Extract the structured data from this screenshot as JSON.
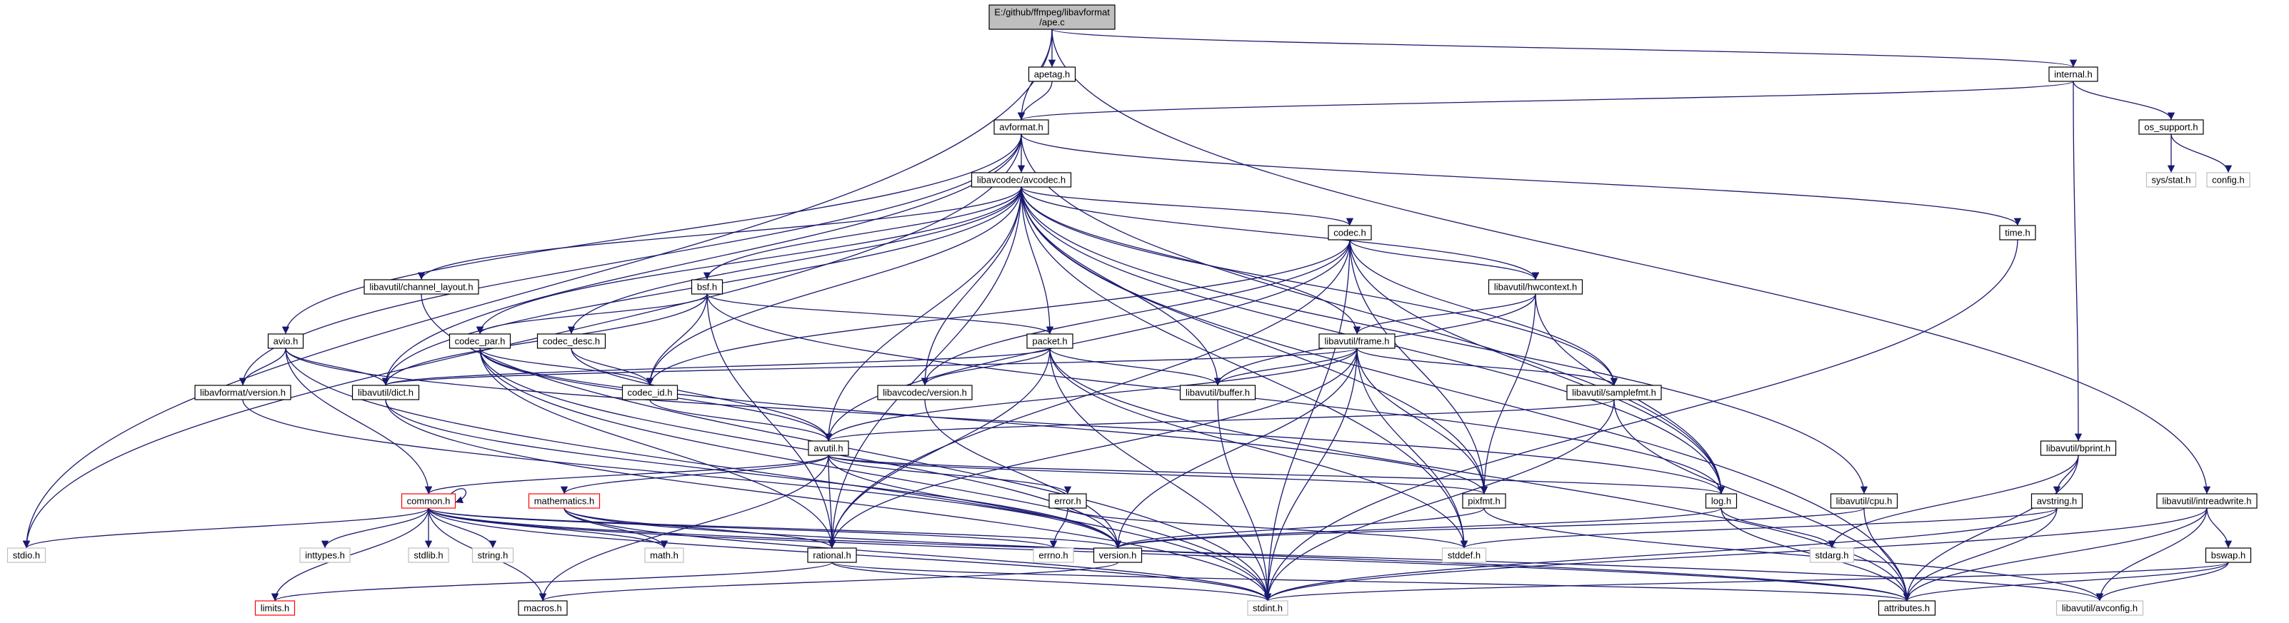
{
  "colors": {
    "edge": "#191970",
    "root_fill": "#bfbfbf",
    "root_stroke": "#000000",
    "doc_stroke": "#000000",
    "sys_stroke": "#bfbfbf",
    "trunc_stroke": "#ff0000"
  },
  "nodes": [
    {
      "id": "ape_c",
      "label": [
        "E:/github/ffmpeg/libavformat",
        "/ape.c"
      ],
      "kind": "root"
    },
    {
      "id": "apetag_h",
      "label": [
        "apetag.h"
      ],
      "kind": "doc"
    },
    {
      "id": "internal_h",
      "label": [
        "internal.h"
      ],
      "kind": "doc"
    },
    {
      "id": "avformat_h",
      "label": [
        "avformat.h"
      ],
      "kind": "doc"
    },
    {
      "id": "os_support_h",
      "label": [
        "os_support.h"
      ],
      "kind": "doc"
    },
    {
      "id": "sys_stat_h",
      "label": [
        "sys/stat.h"
      ],
      "kind": "sys"
    },
    {
      "id": "config_h",
      "label": [
        "config.h"
      ],
      "kind": "sys"
    },
    {
      "id": "avcodec_h",
      "label": [
        "libavcodec/avcodec.h"
      ],
      "kind": "doc"
    },
    {
      "id": "time_h",
      "label": [
        "time.h"
      ],
      "kind": "doc"
    },
    {
      "id": "codec_h",
      "label": [
        "codec.h"
      ],
      "kind": "doc"
    },
    {
      "id": "channel_layout_h",
      "label": [
        "libavutil/channel_layout.h"
      ],
      "kind": "doc"
    },
    {
      "id": "bsf_h",
      "label": [
        "bsf.h"
      ],
      "kind": "doc"
    },
    {
      "id": "hwcontext_h",
      "label": [
        "libavutil/hwcontext.h"
      ],
      "kind": "doc"
    },
    {
      "id": "avio_h",
      "label": [
        "avio.h"
      ],
      "kind": "doc"
    },
    {
      "id": "codec_par_h",
      "label": [
        "codec_par.h"
      ],
      "kind": "doc"
    },
    {
      "id": "codec_desc_h",
      "label": [
        "codec_desc.h"
      ],
      "kind": "doc"
    },
    {
      "id": "packet_h",
      "label": [
        "packet.h"
      ],
      "kind": "doc"
    },
    {
      "id": "frame_h",
      "label": [
        "libavutil/frame.h"
      ],
      "kind": "doc"
    },
    {
      "id": "lavf_version_h",
      "label": [
        "libavformat/version.h"
      ],
      "kind": "doc"
    },
    {
      "id": "dict_h",
      "label": [
        "libavutil/dict.h"
      ],
      "kind": "doc"
    },
    {
      "id": "codec_id_h",
      "label": [
        "codec_id.h"
      ],
      "kind": "doc"
    },
    {
      "id": "lavc_version_h",
      "label": [
        "libavcodec/version.h"
      ],
      "kind": "doc"
    },
    {
      "id": "buffer_h",
      "label": [
        "libavutil/buffer.h"
      ],
      "kind": "doc"
    },
    {
      "id": "samplefmt_h",
      "label": [
        "libavutil/samplefmt.h"
      ],
      "kind": "doc"
    },
    {
      "id": "avutil_h",
      "label": [
        "avutil.h"
      ],
      "kind": "doc"
    },
    {
      "id": "bprint_h",
      "label": [
        "libavutil/bprint.h"
      ],
      "kind": "doc"
    },
    {
      "id": "intreadwrite_h",
      "label": [
        "libavutil/intreadwrite.h"
      ],
      "kind": "doc"
    },
    {
      "id": "common_h",
      "label": [
        "common.h"
      ],
      "kind": "trunc"
    },
    {
      "id": "mathematics_h",
      "label": [
        "mathematics.h"
      ],
      "kind": "trunc"
    },
    {
      "id": "error_h",
      "label": [
        "error.h"
      ],
      "kind": "doc"
    },
    {
      "id": "pixfmt_h",
      "label": [
        "pixfmt.h"
      ],
      "kind": "doc"
    },
    {
      "id": "log_h",
      "label": [
        "log.h"
      ],
      "kind": "doc"
    },
    {
      "id": "cpu_h",
      "label": [
        "libavutil/cpu.h"
      ],
      "kind": "doc"
    },
    {
      "id": "avstring_h",
      "label": [
        "avstring.h"
      ],
      "kind": "doc"
    },
    {
      "id": "stdio_h",
      "label": [
        "stdio.h"
      ],
      "kind": "sys"
    },
    {
      "id": "inttypes_h",
      "label": [
        "inttypes.h"
      ],
      "kind": "sys"
    },
    {
      "id": "stdlib_h",
      "label": [
        "stdlib.h"
      ],
      "kind": "sys"
    },
    {
      "id": "string_h",
      "label": [
        "string.h"
      ],
      "kind": "sys"
    },
    {
      "id": "math_h",
      "label": [
        "math.h"
      ],
      "kind": "sys"
    },
    {
      "id": "rational_h",
      "label": [
        "rational.h"
      ],
      "kind": "doc"
    },
    {
      "id": "errno_h",
      "label": [
        "errno.h"
      ],
      "kind": "sys"
    },
    {
      "id": "version_h",
      "label": [
        "version.h"
      ],
      "kind": "doc"
    },
    {
      "id": "stddef_h",
      "label": [
        "stddef.h"
      ],
      "kind": "sys"
    },
    {
      "id": "stdarg_h",
      "label": [
        "stdarg.h"
      ],
      "kind": "sys"
    },
    {
      "id": "bswap_h",
      "label": [
        "bswap.h"
      ],
      "kind": "doc"
    },
    {
      "id": "limits_h",
      "label": [
        "limits.h"
      ],
      "kind": "trunc"
    },
    {
      "id": "macros_h",
      "label": [
        "macros.h"
      ],
      "kind": "doc"
    },
    {
      "id": "stdint_h",
      "label": [
        "stdint.h"
      ],
      "kind": "sys"
    },
    {
      "id": "attributes_h",
      "label": [
        "attributes.h"
      ],
      "kind": "doc"
    },
    {
      "id": "avconfig_h",
      "label": [
        "libavutil/avconfig.h"
      ],
      "kind": "sys"
    }
  ],
  "edges": [
    [
      "ape_c",
      "apetag_h"
    ],
    [
      "ape_c",
      "internal_h"
    ],
    [
      "ape_c",
      "avformat_h"
    ],
    [
      "ape_c",
      "stdio_h"
    ],
    [
      "ape_c",
      "intreadwrite_h"
    ],
    [
      "apetag_h",
      "avformat_h"
    ],
    [
      "internal_h",
      "avformat_h"
    ],
    [
      "internal_h",
      "os_support_h"
    ],
    [
      "internal_h",
      "bprint_h"
    ],
    [
      "os_support_h",
      "sys_stat_h"
    ],
    [
      "os_support_h",
      "config_h"
    ],
    [
      "avformat_h",
      "avcodec_h"
    ],
    [
      "avformat_h",
      "time_h"
    ],
    [
      "avformat_h",
      "stdio_h"
    ],
    [
      "avformat_h",
      "avio_h"
    ],
    [
      "avformat_h",
      "lavf_version_h"
    ],
    [
      "avformat_h",
      "dict_h"
    ],
    [
      "avformat_h",
      "log_h"
    ],
    [
      "time_h",
      "stdint_h"
    ],
    [
      "avcodec_h",
      "codec_h"
    ],
    [
      "avcodec_h",
      "channel_layout_h"
    ],
    [
      "avcodec_h",
      "bsf_h"
    ],
    [
      "avcodec_h",
      "hwcontext_h"
    ],
    [
      "avcodec_h",
      "codec_par_h"
    ],
    [
      "avcodec_h",
      "codec_desc_h"
    ],
    [
      "avcodec_h",
      "packet_h"
    ],
    [
      "avcodec_h",
      "frame_h"
    ],
    [
      "avcodec_h",
      "dict_h"
    ],
    [
      "avcodec_h",
      "codec_id_h"
    ],
    [
      "avcodec_h",
      "lavc_version_h"
    ],
    [
      "avcodec_h",
      "buffer_h"
    ],
    [
      "avcodec_h",
      "samplefmt_h"
    ],
    [
      "avcodec_h",
      "avutil_h"
    ],
    [
      "avcodec_h",
      "cpu_h"
    ],
    [
      "avcodec_h",
      "attributes_h"
    ],
    [
      "avcodec_h",
      "log_h"
    ],
    [
      "avcodec_h",
      "pixfmt_h"
    ],
    [
      "avcodec_h",
      "rational_h"
    ],
    [
      "avcodec_h",
      "stddef_h"
    ],
    [
      "codec_h",
      "hwcontext_h"
    ],
    [
      "codec_h",
      "codec_id_h"
    ],
    [
      "codec_h",
      "lavc_version_h"
    ],
    [
      "codec_h",
      "avutil_h"
    ],
    [
      "codec_h",
      "log_h"
    ],
    [
      "codec_h",
      "pixfmt_h"
    ],
    [
      "codec_h",
      "rational_h"
    ],
    [
      "codec_h",
      "samplefmt_h"
    ],
    [
      "codec_h",
      "stdint_h"
    ],
    [
      "channel_layout_h",
      "stdint_h"
    ],
    [
      "bsf_h",
      "codec_id_h"
    ],
    [
      "bsf_h",
      "codec_par_h"
    ],
    [
      "bsf_h",
      "packet_h"
    ],
    [
      "bsf_h",
      "dict_h"
    ],
    [
      "bsf_h",
      "log_h"
    ],
    [
      "bsf_h",
      "rational_h"
    ],
    [
      "hwcontext_h",
      "buffer_h"
    ],
    [
      "hwcontext_h",
      "frame_h"
    ],
    [
      "hwcontext_h",
      "log_h"
    ],
    [
      "hwcontext_h",
      "pixfmt_h"
    ],
    [
      "avio_h",
      "dict_h"
    ],
    [
      "avio_h",
      "lavf_version_h"
    ],
    [
      "avio_h",
      "common_h"
    ],
    [
      "avio_h",
      "log_h"
    ],
    [
      "avio_h",
      "stdint_h"
    ],
    [
      "lavf_version_h",
      "version_h"
    ],
    [
      "codec_par_h",
      "codec_id_h"
    ],
    [
      "codec_par_h",
      "avutil_h"
    ],
    [
      "codec_par_h",
      "rational_h"
    ],
    [
      "codec_par_h",
      "pixfmt_h"
    ],
    [
      "codec_par_h",
      "stdint_h"
    ],
    [
      "codec_par_h",
      "version_h"
    ],
    [
      "codec_desc_h",
      "codec_id_h"
    ],
    [
      "codec_desc_h",
      "avutil_h"
    ],
    [
      "packet_h",
      "buffer_h"
    ],
    [
      "packet_h",
      "dict_h"
    ],
    [
      "packet_h",
      "lavc_version_h"
    ],
    [
      "packet_h",
      "rational_h"
    ],
    [
      "packet_h",
      "stddef_h"
    ],
    [
      "packet_h",
      "stdint_h"
    ],
    [
      "packet_h",
      "attributes_h"
    ],
    [
      "frame_h",
      "avutil_h"
    ],
    [
      "frame_h",
      "buffer_h"
    ],
    [
      "frame_h",
      "dict_h"
    ],
    [
      "frame_h",
      "rational_h"
    ],
    [
      "frame_h",
      "samplefmt_h"
    ],
    [
      "frame_h",
      "pixfmt_h"
    ],
    [
      "frame_h",
      "version_h"
    ],
    [
      "frame_h",
      "stddef_h"
    ],
    [
      "frame_h",
      "stdint_h"
    ],
    [
      "dict_h",
      "stdint_h"
    ],
    [
      "dict_h",
      "version_h"
    ],
    [
      "codec_id_h",
      "avutil_h"
    ],
    [
      "lavc_version_h",
      "version_h"
    ],
    [
      "buffer_h",
      "stdint_h"
    ],
    [
      "samplefmt_h",
      "avutil_h"
    ],
    [
      "samplefmt_h",
      "attributes_h"
    ],
    [
      "samplefmt_h",
      "stdint_h"
    ],
    [
      "avutil_h",
      "common_h"
    ],
    [
      "avutil_h",
      "mathematics_h"
    ],
    [
      "avutil_h",
      "error_h"
    ],
    [
      "avutil_h",
      "rational_h"
    ],
    [
      "avutil_h",
      "version_h"
    ],
    [
      "avutil_h",
      "macros_h"
    ],
    [
      "avutil_h",
      "log_h"
    ],
    [
      "avutil_h",
      "pixfmt_h"
    ],
    [
      "common_h",
      "stdio_h"
    ],
    [
      "common_h",
      "inttypes_h"
    ],
    [
      "common_h",
      "stdlib_h"
    ],
    [
      "common_h",
      "string_h"
    ],
    [
      "common_h",
      "math_h"
    ],
    [
      "common_h",
      "errno_h"
    ],
    [
      "common_h",
      "limits_h"
    ],
    [
      "common_h",
      "stdint_h"
    ],
    [
      "common_h",
      "attributes_h"
    ],
    [
      "common_h",
      "macros_h"
    ],
    [
      "common_h",
      "version_h"
    ],
    [
      "common_h",
      "common_h"
    ],
    [
      "common_h",
      "avconfig_h"
    ],
    [
      "mathematics_h",
      "math_h"
    ],
    [
      "mathematics_h",
      "rational_h"
    ],
    [
      "mathematics_h",
      "attributes_h"
    ],
    [
      "mathematics_h",
      "stdint_h"
    ],
    [
      "error_h",
      "errno_h"
    ],
    [
      "error_h",
      "stddef_h"
    ],
    [
      "rational_h",
      "limits_h"
    ],
    [
      "rational_h",
      "attributes_h"
    ],
    [
      "rational_h",
      "stdint_h"
    ],
    [
      "log_h",
      "stdarg_h"
    ],
    [
      "log_h",
      "attributes_h"
    ],
    [
      "log_h",
      "version_h"
    ],
    [
      "pixfmt_h",
      "version_h"
    ],
    [
      "pixfmt_h",
      "avconfig_h"
    ],
    [
      "cpu_h",
      "attributes_h"
    ],
    [
      "cpu_h",
      "version_h"
    ],
    [
      "bprint_h",
      "avstring_h"
    ],
    [
      "bprint_h",
      "stdarg_h"
    ],
    [
      "bprint_h",
      "attributes_h"
    ],
    [
      "avstring_h",
      "stddef_h"
    ],
    [
      "avstring_h",
      "stdint_h"
    ],
    [
      "avstring_h",
      "attributes_h"
    ],
    [
      "intreadwrite_h",
      "bswap_h"
    ],
    [
      "intreadwrite_h",
      "avconfig_h"
    ],
    [
      "intreadwrite_h",
      "attributes_h"
    ],
    [
      "intreadwrite_h",
      "stdint_h"
    ],
    [
      "bswap_h",
      "stdint_h"
    ],
    [
      "bswap_h",
      "avconfig_h"
    ],
    [
      "bswap_h",
      "attributes_h"
    ],
    [
      "version_h",
      "macros_h"
    ]
  ]
}
